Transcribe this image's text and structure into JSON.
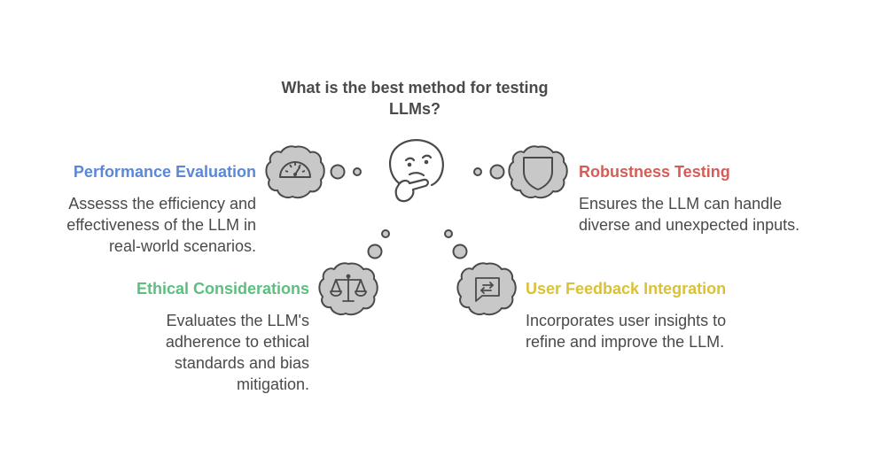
{
  "title": "What is the best method for testing LLMs?",
  "colors": {
    "performance": "#5b87d9",
    "robustness": "#d65c57",
    "ethical": "#5cbf7f",
    "feedback": "#d9c236",
    "text": "#4a4a4a",
    "icon_fill": "#c8c8c8",
    "icon_stroke": "#4a4a4a"
  },
  "items": [
    {
      "key": "performance",
      "heading": "Performance Evaluation",
      "description": "Assesss the efficiency and effectiveness of the LLM in real-world scenarios.",
      "icon": "speedometer-icon"
    },
    {
      "key": "robustness",
      "heading": "Robustness Testing",
      "description": "Ensures the LLM can handle diverse and unexpected inputs.",
      "icon": "shield-icon"
    },
    {
      "key": "ethical",
      "heading": "Ethical Considerations",
      "description": "Evaluates the LLM's adherence to ethical standards and bias mitigation.",
      "icon": "scales-icon"
    },
    {
      "key": "feedback",
      "heading": "User Feedback Integration",
      "description": "Incorporates user insights to refine and improve the LLM.",
      "icon": "feedback-loop-icon"
    }
  ],
  "center_icon": "thinking-face-icon"
}
